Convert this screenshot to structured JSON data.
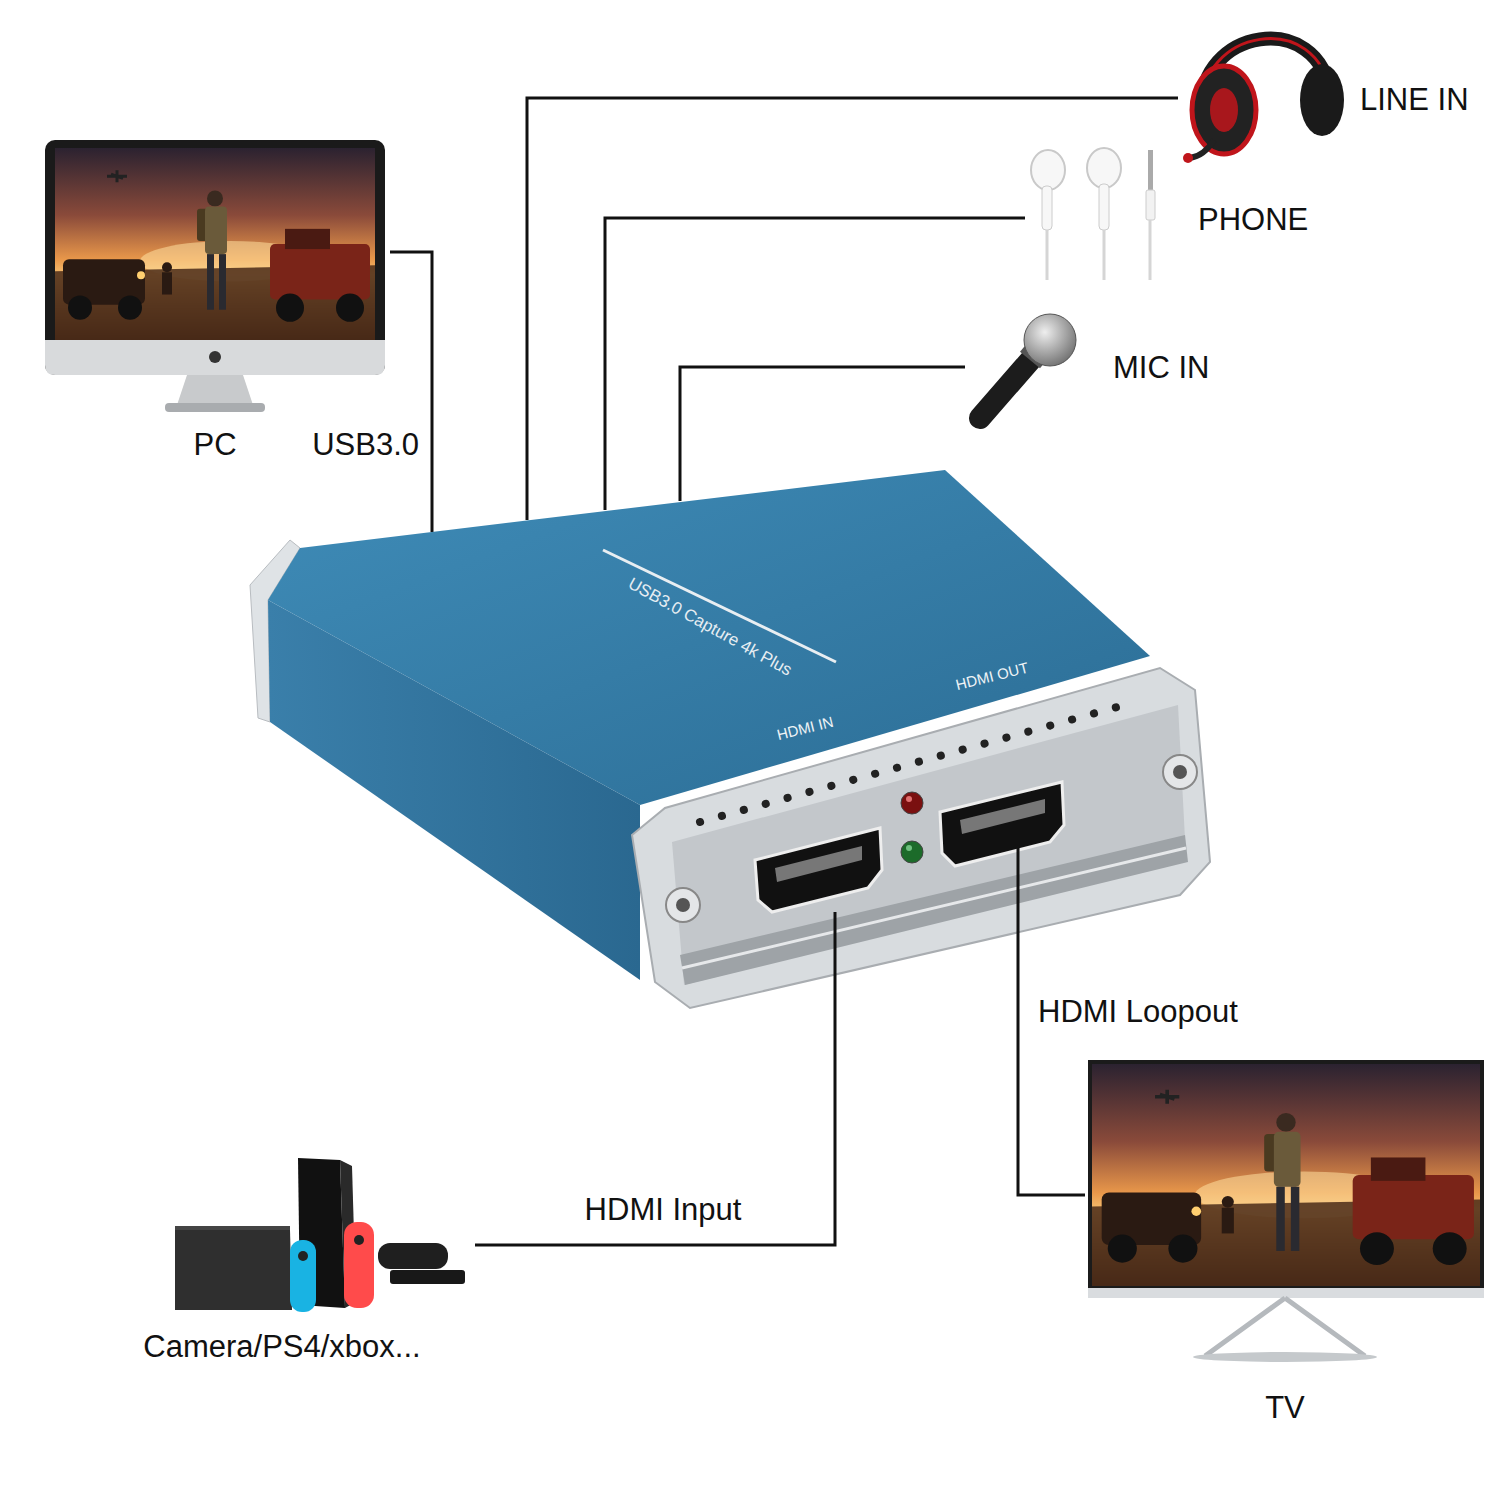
{
  "diagram": {
    "nodes": [
      {
        "text": [
          "PC"
        ]
      },
      {
        "text": [
          "LINE IN"
        ]
      },
      {
        "text": [
          "PHONE"
        ]
      },
      {
        "text": [
          "MIC IN"
        ]
      },
      {
        "text": [
          "USB3.0 Capture 4k Plus",
          "HDMI IN",
          "HDMI OUT"
        ]
      },
      {
        "text": [
          "Camera/PS4/xbox..."
        ]
      },
      {
        "text": [
          "TV"
        ]
      }
    ],
    "edges": [
      {
        "from": 0,
        "to": 4,
        "arrow": "none",
        "label": "USB3.0"
      },
      {
        "from": 1,
        "to": 4,
        "arrow": "none"
      },
      {
        "from": 2,
        "to": 4,
        "arrow": "none"
      },
      {
        "from": 3,
        "to": 4,
        "arrow": "none"
      },
      {
        "from": 5,
        "to": 4,
        "arrow": "none",
        "label": "HDMI Input"
      },
      {
        "from": 4,
        "to": 6,
        "arrow": "none",
        "label": "HDMI Loopout"
      }
    ]
  }
}
